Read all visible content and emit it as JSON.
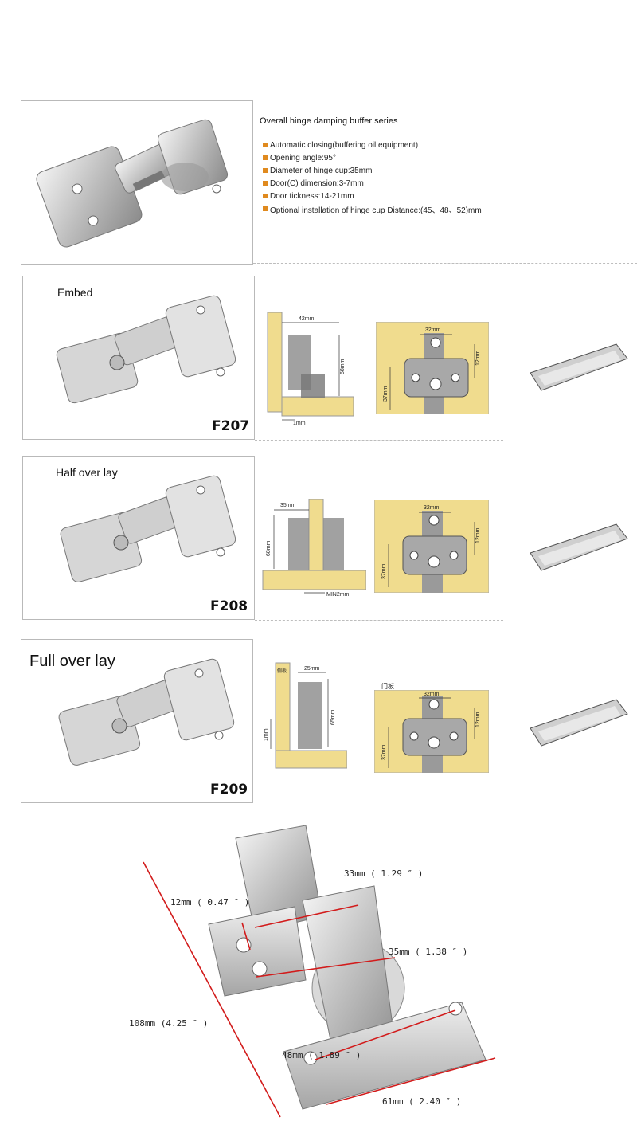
{
  "overview": {
    "title": "Overall hinge damping buffer series",
    "specs": [
      "Automatic closing(buffering oil equipment)",
      "Opening angle:95°",
      "Diameter of hinge cup:35mm",
      "Door(C) dimension:3-7mm",
      "Door tickness:14-21mm",
      "Optional installation of hinge cup Distance:(45、48、52)mm"
    ]
  },
  "variants": [
    {
      "label": "Embed",
      "code": "F207",
      "side_dims": {
        "width": "42mm",
        "height": "68mm",
        "gap": "1mm"
      },
      "cup_dims": {
        "top": "32mm",
        "right": "12mm",
        "left": "37mm"
      }
    },
    {
      "label": "Half over lay",
      "code": "F208",
      "side_dims": {
        "width": "35mm",
        "height": "68mm",
        "gap": "MIN2mm"
      },
      "cup_dims": {
        "top": "32mm",
        "right": "12mm",
        "left": "37mm"
      }
    },
    {
      "label": "Full over lay",
      "code": "F209",
      "side_dims": {
        "width": "25mm",
        "height": "65mm",
        "gap": "1mm",
        "tag": "侧板"
      },
      "cup_dims": {
        "top": "32mm",
        "right": "12mm",
        "left": "37mm",
        "tag": "门板"
      }
    }
  ],
  "measurements": {
    "m1": "33mm ( 1.29 ″ )",
    "m2": "12mm ( 0.47 ″ )",
    "m3": "35mm ( 1.38 ″ )",
    "m4": "108mm (4.25 ″ )",
    "m5": "48mm ( 1.89 ″ )",
    "m6": "61mm ( 2.40 ″ )"
  },
  "colors": {
    "wood": "#f0dc8e",
    "bullet": "#e08a1e",
    "arrow": "#d21b1b",
    "steel": "#c8c8c8"
  }
}
